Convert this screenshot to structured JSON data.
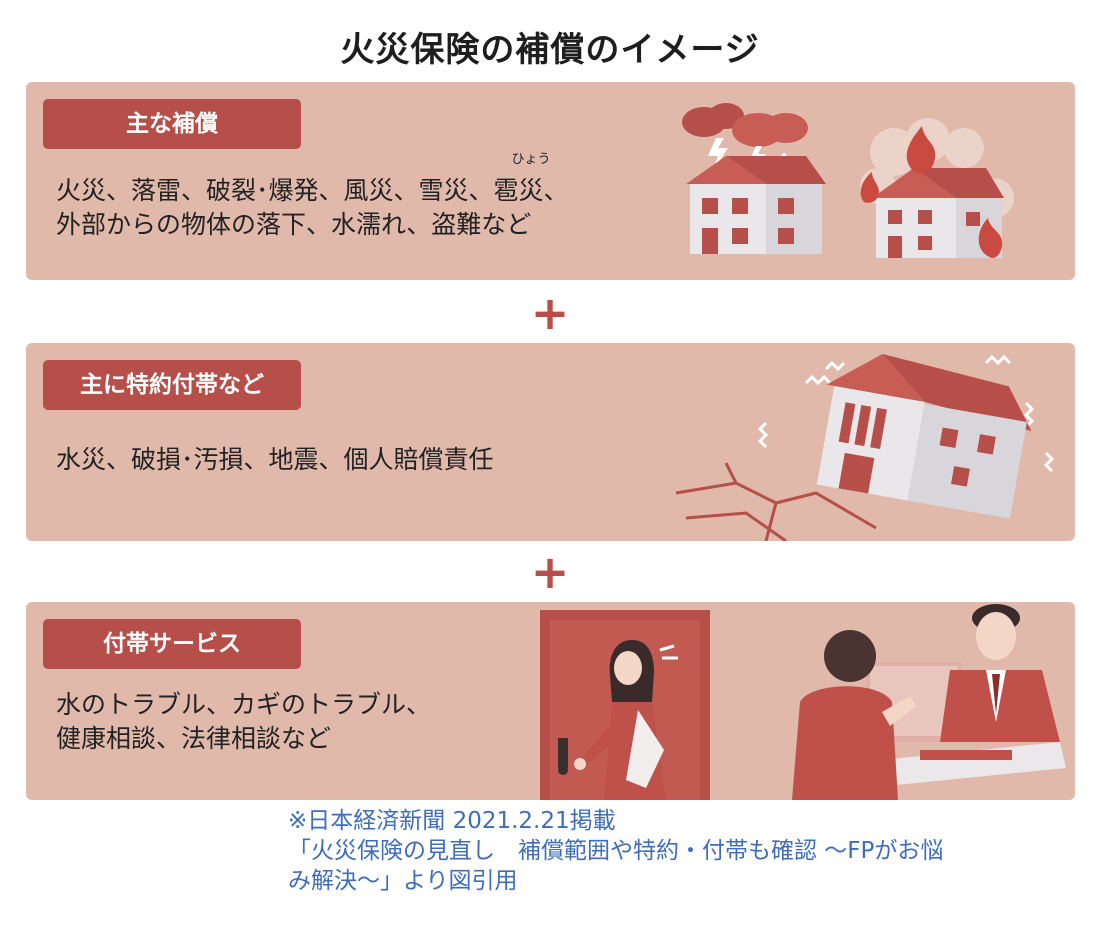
{
  "title": "火災保険の補償のイメージ",
  "panels": [
    {
      "label": "主な補償",
      "lines": [
        "火災、落雷、破裂･爆発、風災、雪災、",
        "雹災、",
        "外部からの物体の落下、水濡れ、盗難など"
      ],
      "ruby": "ひょう"
    },
    {
      "label": "主に特約付帯など",
      "lines": [
        "水災、破損･汚損、地震、個人賠償責任"
      ]
    },
    {
      "label": "付帯サービス",
      "lines": [
        "水のトラブル、カギのトラブル、",
        "健康相談、法律相談など"
      ]
    }
  ],
  "plus_sign": "+",
  "caption": {
    "line1": "※日本経済新聞 2021.2.21掲載",
    "line2": "「火災保険の見直し　補償範囲や特約・付帯も確認 ～FPがお悩",
    "line3": "み解決～」より図引用"
  },
  "colors": {
    "panel_bg": "#e0b9ab",
    "accent": "#b64f49",
    "caption": "#3f6dba"
  }
}
